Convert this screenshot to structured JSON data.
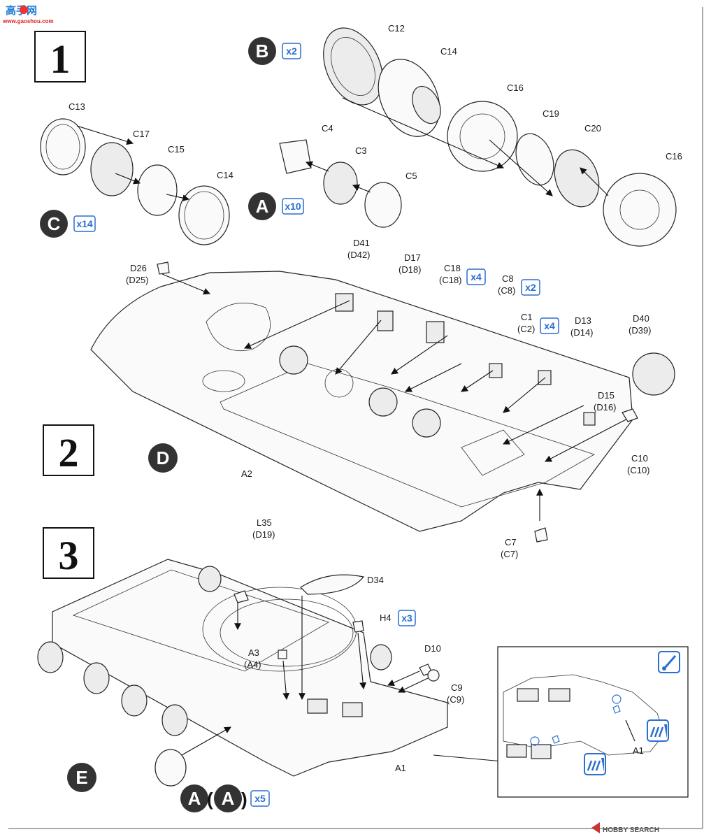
{
  "watermark": {
    "top_left_text": "高手网",
    "top_left_url": "www.gaoshou.com",
    "bottom_right_text": "HOBBY SEARCH"
  },
  "steps": [
    {
      "number": "1"
    },
    {
      "number": "2"
    },
    {
      "number": "3"
    }
  ],
  "subassemblies": {
    "A": {
      "letter": "A",
      "qty": "x10"
    },
    "B": {
      "letter": "B",
      "qty": "x2"
    },
    "C": {
      "letter": "C",
      "qty": "x14"
    },
    "D": {
      "letter": "D"
    },
    "E": {
      "letter": "E"
    },
    "A_final": {
      "letter": "A",
      "paren_letter": "A",
      "open": "(",
      "close": ")",
      "qty": "x5"
    }
  },
  "labels": {
    "C12": "C12",
    "C14a": "C14",
    "C16a": "C16",
    "C19": "C19",
    "C20": "C20",
    "C16b": "C16",
    "C4": "C4",
    "C3": "C3",
    "C5": "C5",
    "C13": "C13",
    "C17": "C17",
    "C15": "C15",
    "C14b": "C14",
    "D41": "D41",
    "D42": "(D42)",
    "D17": "D17",
    "D18": "(D18)",
    "C18": "C18",
    "C18p": "(C18)",
    "C18q": "x4",
    "C8": "C8",
    "C8p": "(C8)",
    "C8q": "x2",
    "C1": "C1",
    "C2p": "(C2)",
    "C1q": "x4",
    "D13": "D13",
    "D14": "(D14)",
    "D40": "D40",
    "D39": "(D39)",
    "D26": "D26",
    "D25": "(D25)",
    "D15": "D15",
    "D16": "(D16)",
    "C10": "C10",
    "C10p": "(C10)",
    "A2": "A2",
    "C7": "C7",
    "C7p": "(C7)",
    "L35": "L35",
    "D19": "(D19)",
    "D34": "D34",
    "H4": "H4",
    "H4q": "x3",
    "A3": "A3",
    "A4": "(A4)",
    "D10": "D10",
    "C9": "C9",
    "C9p": "(C9)",
    "A1": "A1",
    "A1b": "A1"
  },
  "icons": [
    "paint-brush-icon",
    "glue-icon"
  ]
}
